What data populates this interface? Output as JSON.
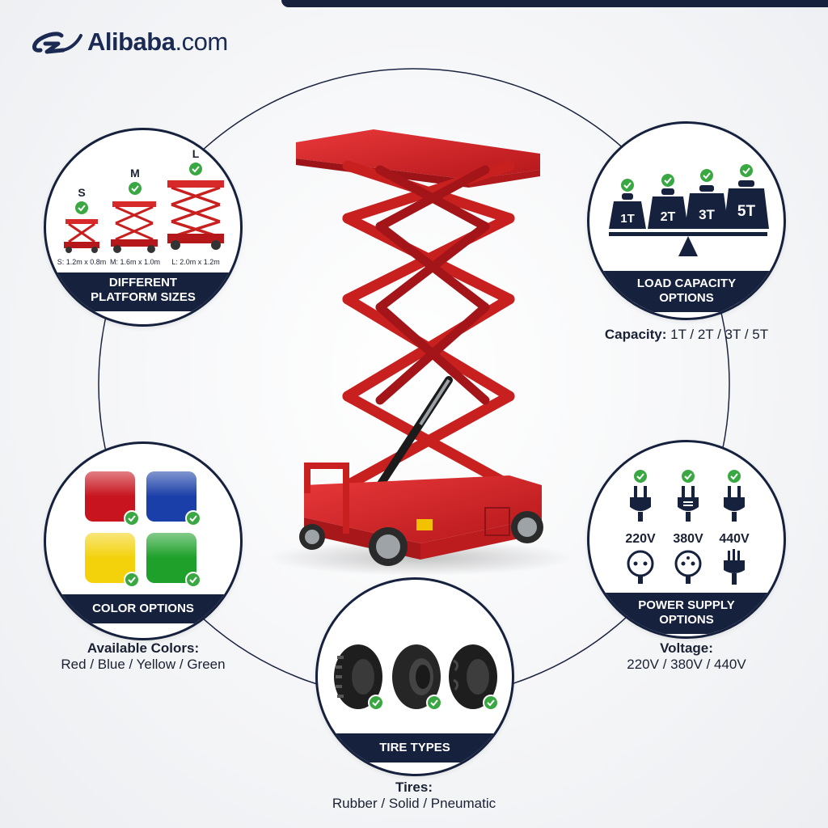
{
  "brand": {
    "logo_text": "Alibaba",
    "logo_suffix": ".com"
  },
  "colors": {
    "navy": "#16213d",
    "lift_red": "#d7282a",
    "check_green": "#3aa842"
  },
  "platform_sizes": {
    "sizes": [
      {
        "letter": "S",
        "dims": "S: 1.2m x 0.8m"
      },
      {
        "letter": "M",
        "dims": "M: 1.6m x 1.0m"
      },
      {
        "letter": "L",
        "dims": "L: 2.0m x 1.2m"
      }
    ],
    "banner_line1": "DIFFERENT",
    "banner_line2": "PLATFORM SIZES"
  },
  "load_capacity": {
    "weights": [
      "1T",
      "2T",
      "3T",
      "5T"
    ],
    "banner_line1": "LOAD CAPACITY",
    "banner_line2": "OPTIONS",
    "caption_label": "Capacity:",
    "caption_value": "1T / 2T / 3T / 5T"
  },
  "color_options": {
    "swatches": [
      {
        "name": "Red",
        "hex": "#c8141e"
      },
      {
        "name": "Blue",
        "hex": "#1a3fa8"
      },
      {
        "name": "Yellow",
        "hex": "#f3d20c"
      },
      {
        "name": "Green",
        "hex": "#1ea02a"
      }
    ],
    "banner": "COLOR OPTIONS",
    "caption_label": "Available Colors:",
    "caption_value": "Red / Blue / Yellow / Green"
  },
  "power_supply": {
    "voltages": [
      "220V",
      "380V",
      "440V"
    ],
    "banner_line1": "POWER SUPPLY",
    "banner_line2": "OPTIONS",
    "caption_label": "Voltage:",
    "caption_value": "220V / 380V / 440V"
  },
  "tire_types": {
    "tires": [
      "rubber-tire-icon",
      "solid-tire-icon",
      "pneumatic-tire-icon"
    ],
    "banner": "TIRE TYPES",
    "caption_label": "Tires:",
    "caption_value": "Rubber / Solid / Pneumatic"
  }
}
